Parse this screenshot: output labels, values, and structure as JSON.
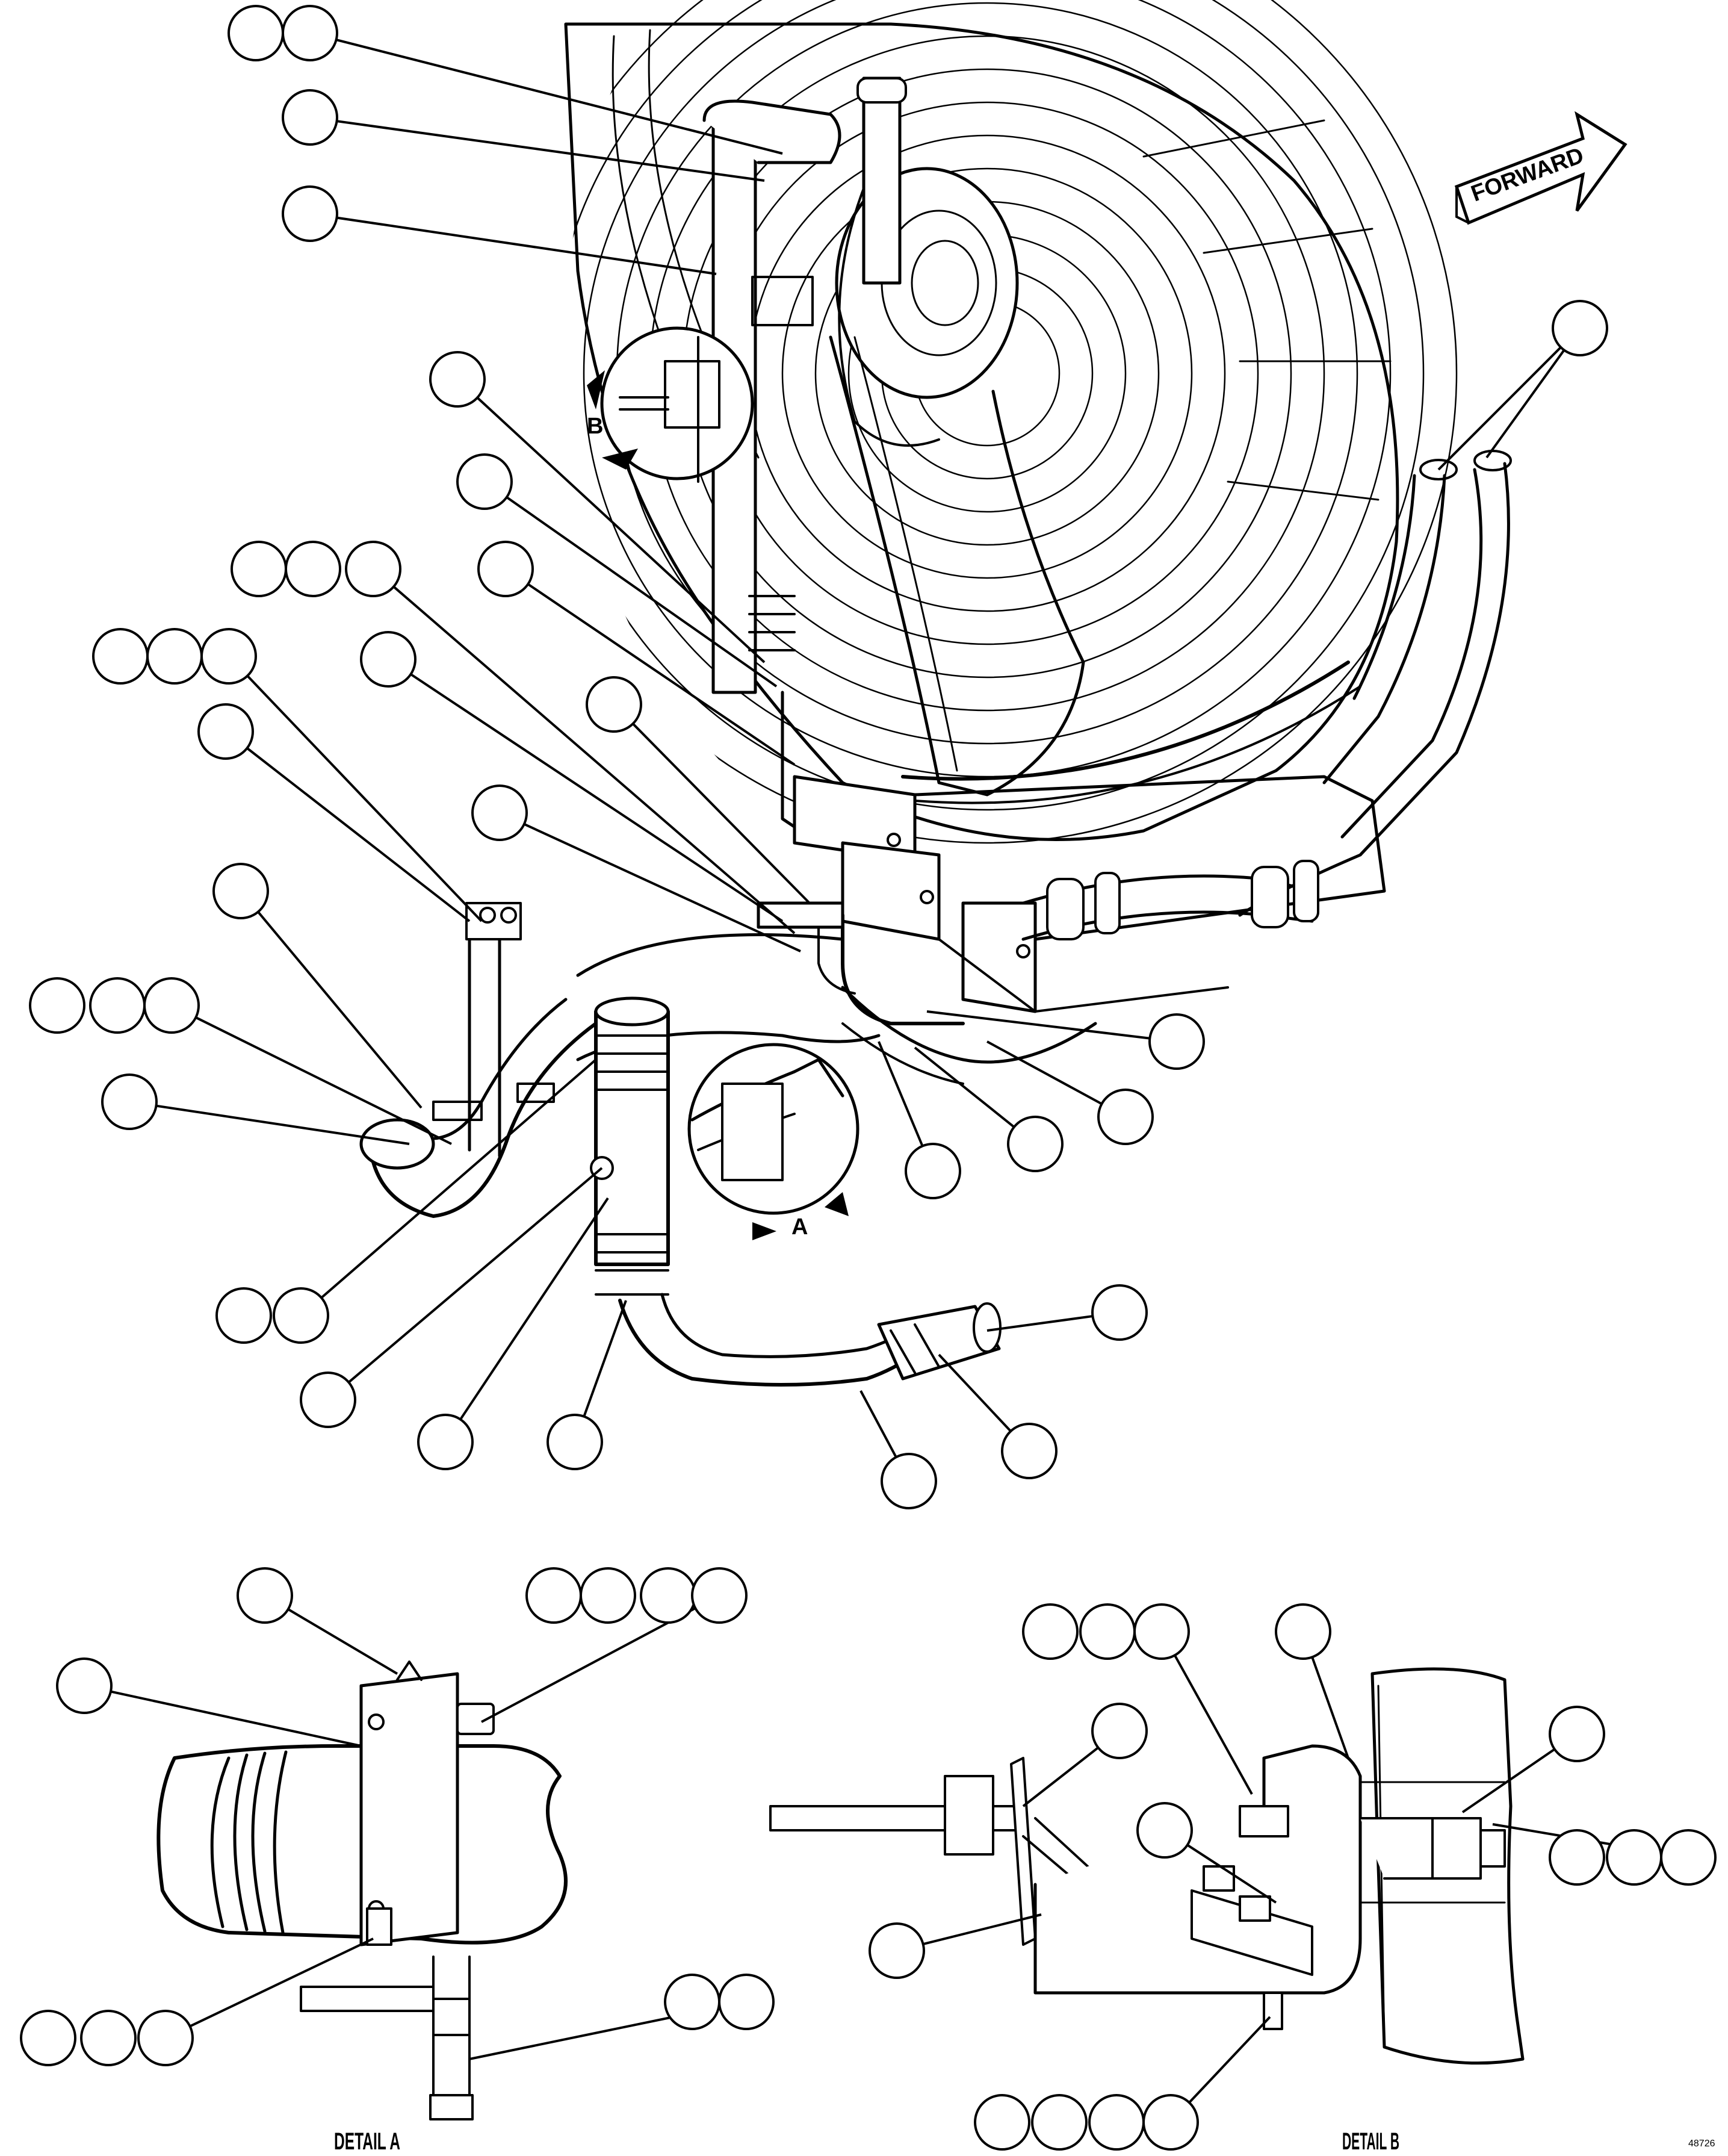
{
  "labels": {
    "forward": "FORWARD",
    "view_a": "A",
    "view_b": "B",
    "detail_a": "DETAIL A",
    "detail_b": "DETAIL B",
    "figure_code": "48726"
  },
  "colors": {
    "line": "#000000",
    "background": "#ffffff"
  },
  "callout_style": "empty-circle"
}
